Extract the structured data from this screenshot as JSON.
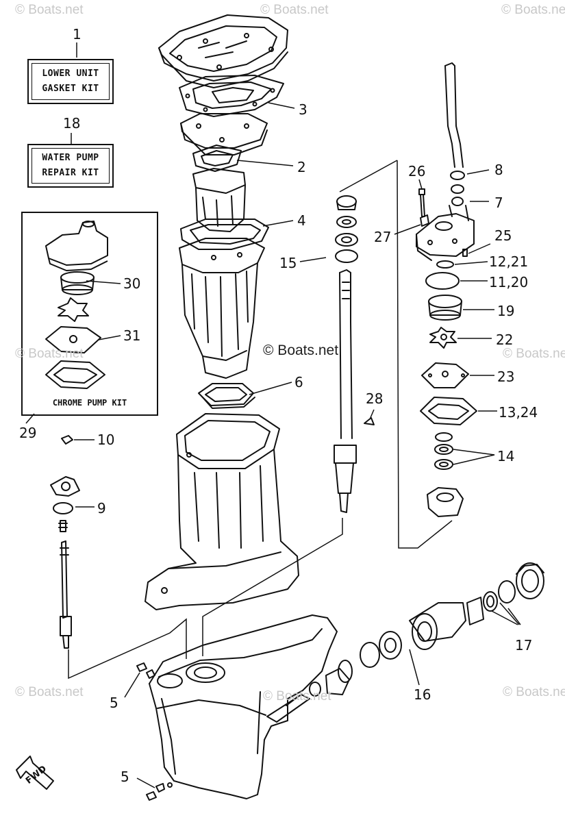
{
  "watermark": {
    "text": "© Boats.net",
    "center_text": "© Boats.net"
  },
  "kits": {
    "lower_unit": {
      "callout": "1",
      "line1": "LOWER UNIT",
      "line2": "GASKET KIT"
    },
    "water_pump": {
      "callout": "18",
      "line1": "WATER PUMP",
      "line2": "REPAIR KIT"
    },
    "chrome_pump": {
      "callout": "29",
      "label": "CHROME PUMP KIT"
    }
  },
  "callouts": {
    "c2": "2",
    "c3": "3",
    "c4": "4",
    "c5a": "5",
    "c5b": "5",
    "c6": "6",
    "c7": "7",
    "c8": "8",
    "c9": "9",
    "c10": "10",
    "c11_20": "11,20",
    "c12_21": "12,21",
    "c13_24": "13,24",
    "c14": "14",
    "c15": "15",
    "c16": "16",
    "c17": "17",
    "c19": "19",
    "c22": "22",
    "c23": "23",
    "c25": "25",
    "c26": "26",
    "c27": "27",
    "c28": "28",
    "c30": "30",
    "c31": "31"
  },
  "fwd_label": "FWD"
}
